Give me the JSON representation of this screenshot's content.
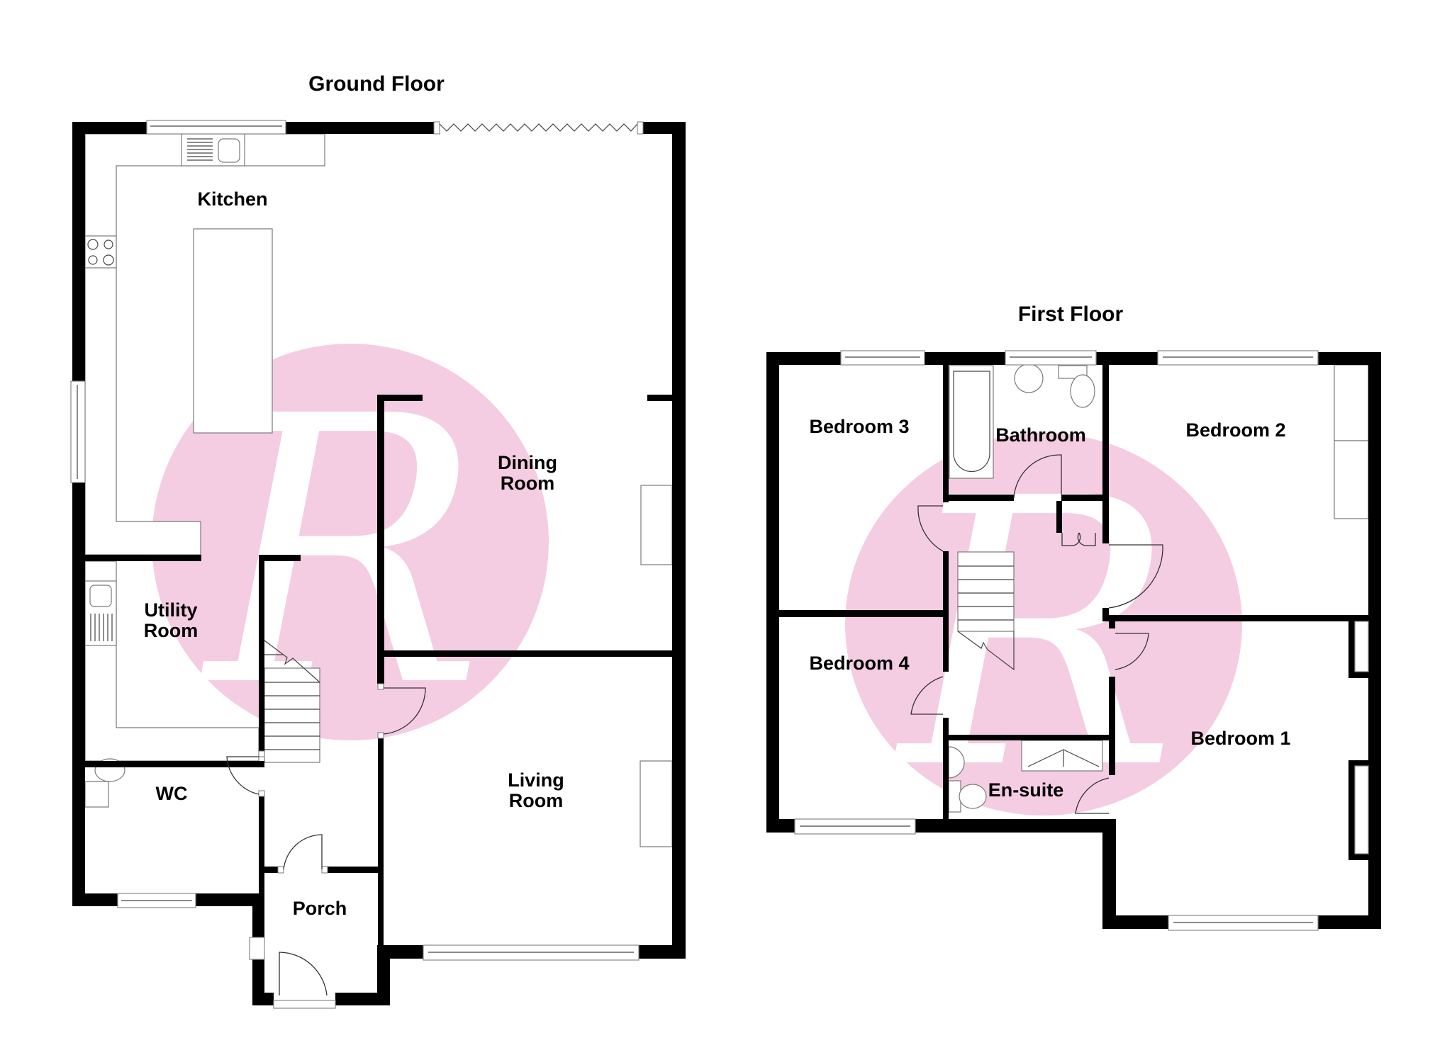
{
  "floorplan": {
    "ground_floor": {
      "title": "Ground Floor",
      "rooms": {
        "kitchen": "Kitchen",
        "dining_line1": "Dining",
        "dining_line2": "Room",
        "utility_line1": "Utility",
        "utility_line2": "Room",
        "living_line1": "Living",
        "living_line2": "Room",
        "wc": "WC",
        "porch": "Porch"
      }
    },
    "first_floor": {
      "title": "First Floor",
      "rooms": {
        "bedroom3": "Bedroom 3",
        "bathroom": "Bathroom",
        "bedroom2": "Bedroom 2",
        "bedroom4": "Bedroom 4",
        "bedroom1": "Bedroom 1",
        "ensuite": "En-suite"
      }
    },
    "watermark": {
      "letter": "R",
      "color": "#f5cde3"
    },
    "colors": {
      "wall": "#000000",
      "background": "#ffffff"
    }
  }
}
